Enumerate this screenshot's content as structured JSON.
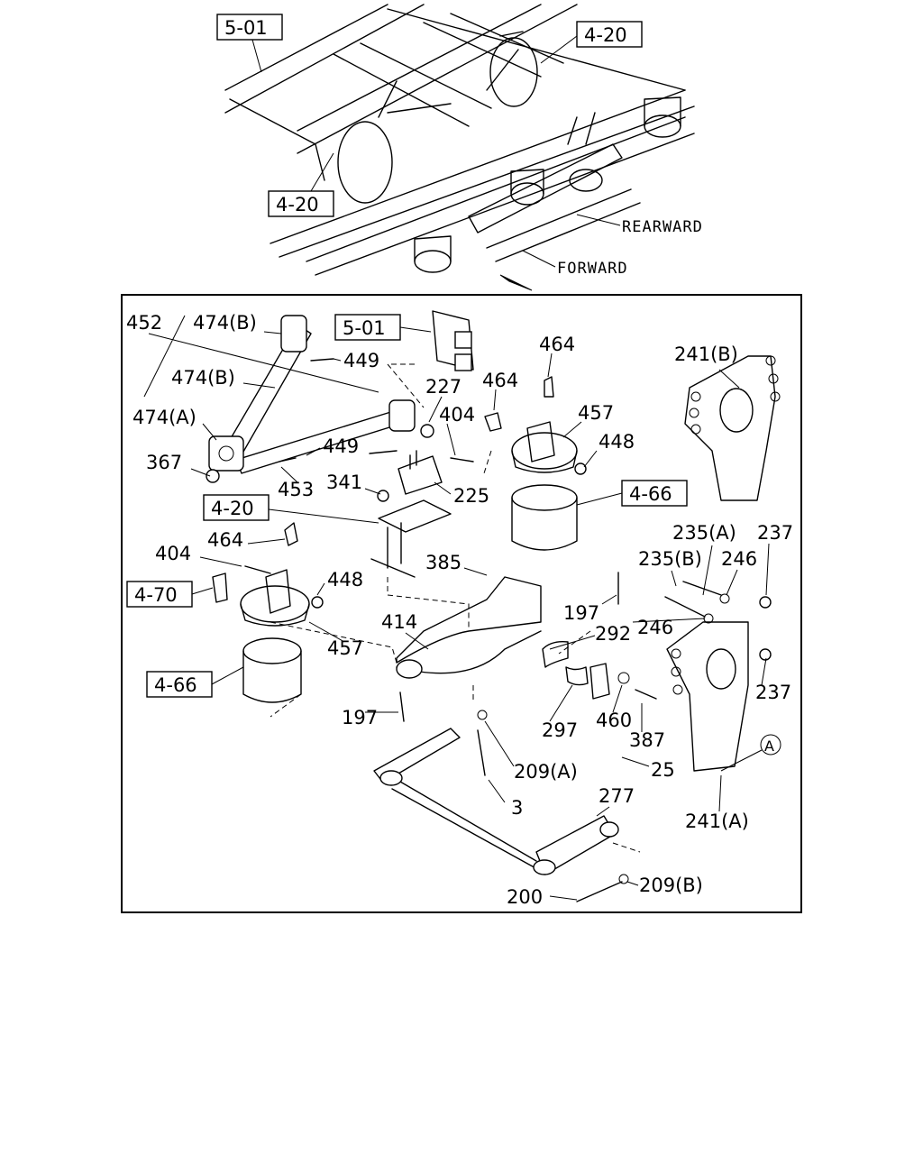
{
  "overview": {
    "refs": [
      "5-01",
      "4-20",
      "4-20"
    ],
    "directions": [
      "REARWARD",
      "FORWARD"
    ]
  },
  "detail": {
    "refs": [
      "5-01",
      "4-20",
      "4-70",
      "4-66",
      "4-66"
    ],
    "callout_a": "A",
    "parts": [
      "452",
      "474(B)",
      "474(B)",
      "474(A)",
      "367",
      "453",
      "449",
      "449",
      "227",
      "404",
      "464",
      "464",
      "457",
      "448",
      "241(B)",
      "341",
      "225",
      "464",
      "404",
      "385",
      "448",
      "235(A)",
      "237",
      "235(B)",
      "246",
      "197",
      "246",
      "414",
      "292",
      "457",
      "197",
      "297",
      "460",
      "387",
      "209(A)",
      "25",
      "3",
      "277",
      "241(A)",
      "237",
      "200",
      "209(B)"
    ]
  }
}
